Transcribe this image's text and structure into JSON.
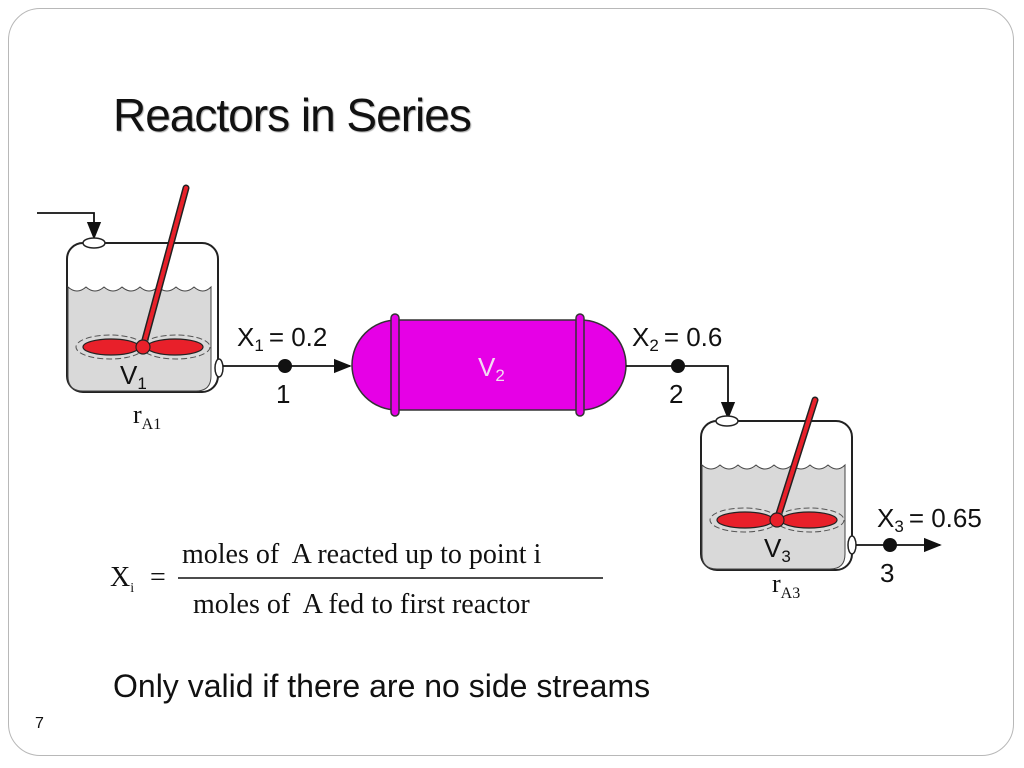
{
  "slide": {
    "title": "Reactors in Series",
    "note": "Only valid if there are no side streams",
    "page_number": "7"
  },
  "diagram": {
    "reactor1": {
      "volume_label": "V",
      "volume_sub": "1",
      "rate_label": "r",
      "rate_sub": "A1"
    },
    "reactor2": {
      "volume_label": "V",
      "volume_sub": "2"
    },
    "reactor3": {
      "volume_label": "V",
      "volume_sub": "3",
      "rate_label": "r",
      "rate_sub": "A3"
    },
    "points": [
      {
        "x_label": "X",
        "x_sub": "1",
        "value": "= 0.2",
        "number": "1"
      },
      {
        "x_label": "X",
        "x_sub": "2",
        "value": "= 0.6",
        "number": "2"
      },
      {
        "x_label": "X",
        "x_sub": "3",
        "value": "= 0.65",
        "number": "3"
      }
    ],
    "colors": {
      "pfr": "#e600e6",
      "impeller": "#e8202a",
      "liquid": "#d9d9d9"
    }
  },
  "formula": {
    "lhs": "X",
    "lhs_sub": "i",
    "equals": "=",
    "numerator": "moles of  A reacted up to point i",
    "denominator": "moles of  A fed to first reactor"
  }
}
